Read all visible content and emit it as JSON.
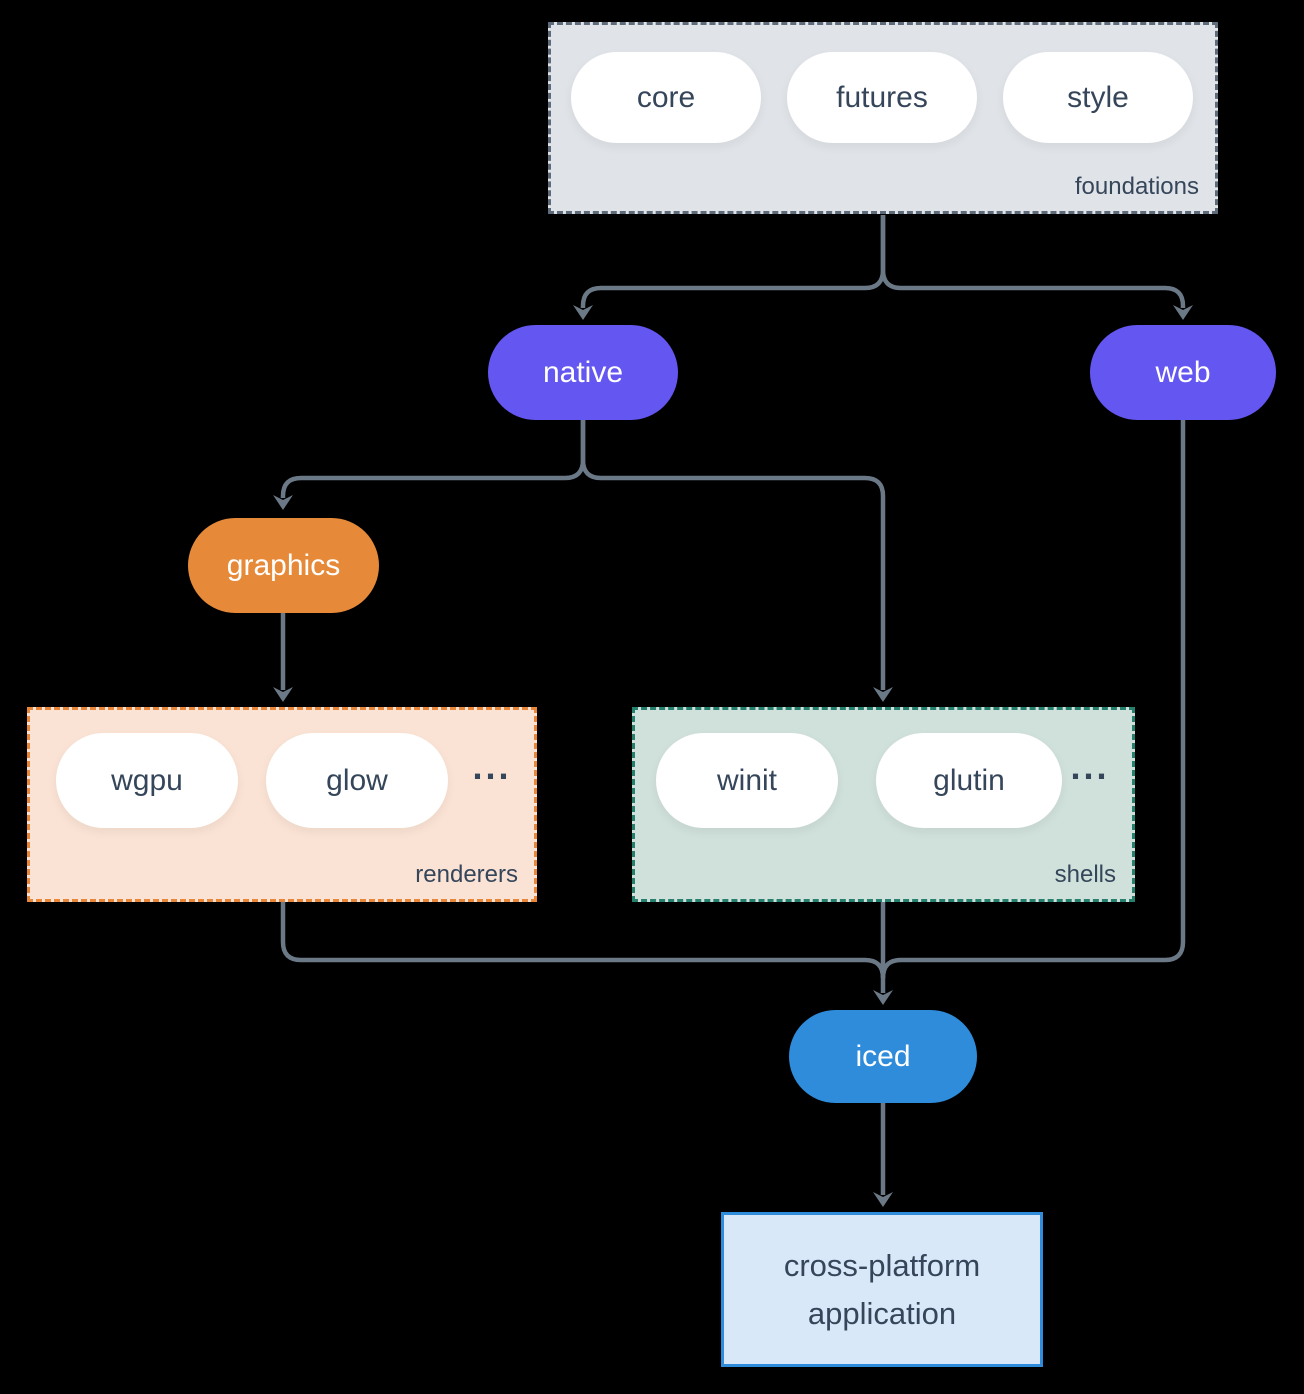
{
  "diagram": {
    "description": "iced crate ecosystem dependency diagram"
  },
  "groups": {
    "foundations": {
      "label": "foundations",
      "pills": [
        "core",
        "futures",
        "style"
      ]
    },
    "renderers": {
      "label": "renderers",
      "pills": [
        "wgpu",
        "glow"
      ],
      "ellipsis": "..."
    },
    "shells": {
      "label": "shells",
      "pills": [
        "winit",
        "glutin"
      ],
      "ellipsis": "..."
    }
  },
  "nodes": {
    "native": {
      "label": "native"
    },
    "web": {
      "label": "web"
    },
    "graphics": {
      "label": "graphics"
    },
    "iced": {
      "label": "iced"
    },
    "application": {
      "line1": "cross-platform",
      "line2": "application"
    }
  },
  "colors": {
    "background": "#000000",
    "arrow": "#6b7987",
    "text_dark": "#36465a",
    "pill_white": "#ffffff",
    "purple": "#6456f0",
    "orange": "#e68a39",
    "blue": "#2e8cdb",
    "foundations_fill": "#e0e4e8",
    "foundations_border": "#5d6b7a",
    "renderers_fill": "#fae3d4",
    "renderers_border": "#e8873a",
    "shells_fill": "#d0e0da",
    "shells_border": "#26806e",
    "app_fill": "#d8e8f8",
    "app_border": "#2e8cdb"
  }
}
